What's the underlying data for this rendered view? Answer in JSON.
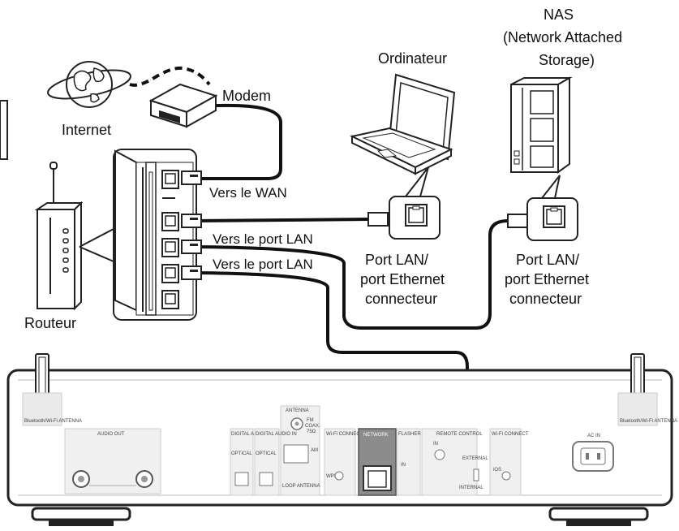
{
  "labels": {
    "nas_title": "NAS",
    "nas_sub1": "(Network Attached",
    "nas_sub2": "Storage)",
    "computer": "Ordinateur",
    "modem": "Modem",
    "internet": "Internet",
    "router": "Routeur",
    "to_wan": "Vers le WAN",
    "to_lan_1": "Vers le port LAN",
    "to_lan_2": "Vers le port LAN",
    "pc_port_1": "Port LAN/",
    "pc_port_2": "port Ethernet",
    "pc_port_3": "connecteur",
    "nas_port_1": "Port LAN/",
    "nas_port_2": "port Ethernet",
    "nas_port_3": "connecteur"
  },
  "panel": {
    "audio_out": "AUDIO OUT",
    "antenna": "ANTENNA",
    "fm": "FM",
    "coax": "COAX.",
    "ohm": "75Ω",
    "am": "AM",
    "loop_antenna": "LOOP ANTENNA",
    "digital_audio_out": "DIGITAL AUDIO OUT",
    "digital_audio_in": "DIGITAL AUDIO IN",
    "optical_1": "OPTICAL",
    "optical_2": "OPTICAL",
    "wifi_connect_1": "Wi-Fi CONNECT",
    "wifi_connect_2": "Wi-Fi CONNECT",
    "network": "NETWORK",
    "flasher": "FLASHER",
    "remote_control": "REMOTE CONTROL",
    "in_1": "IN",
    "in_2": "IN",
    "ext": "EXTERNAL",
    "internal": "INTERNAL",
    "wps": "WPS",
    "ios": "iOS",
    "ac_in": "AC IN",
    "bt_left": "Bluetooth/Wi-Fi ANTENNA",
    "bt_right": "Bluetooth/Wi-Fi ANTENNA"
  },
  "colors": {
    "cable": "#111111",
    "network_highlight": "#8c8c8c"
  }
}
